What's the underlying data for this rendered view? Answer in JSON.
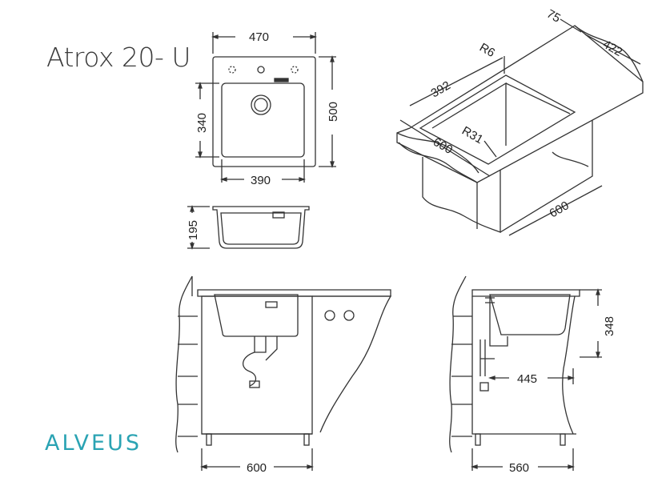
{
  "title": "Atrox 20- U",
  "brand": "ALVEUS",
  "dimensions": {
    "top_width": "470",
    "top_height": "500",
    "bowl_height": "340",
    "bowl_width": "390",
    "depth": "195",
    "iso_flange": "75",
    "iso_length": "422",
    "iso_radius_small": "R6",
    "iso_cutout": "392",
    "iso_radius_large": "R31",
    "iso_width": "600",
    "iso_cabinet": "600",
    "front_cabinet": "600",
    "side_height": "348",
    "side_drain": "445",
    "side_cabinet": "560"
  },
  "colors": {
    "line": "#333333",
    "brand": "#2aa3b3"
  }
}
